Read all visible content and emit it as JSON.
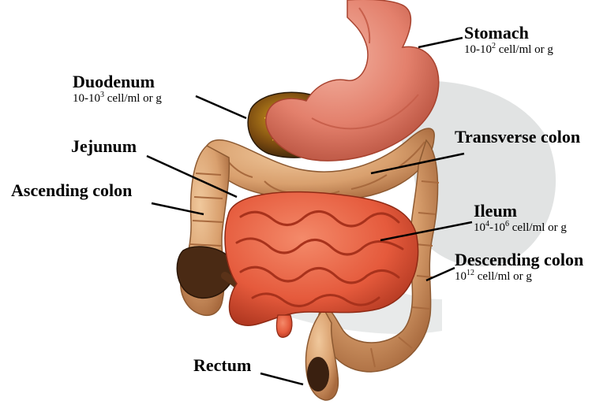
{
  "labels": {
    "stomach": {
      "name": "Stomach",
      "count": {
        "pre": "10-10",
        "exp": "2",
        "mid": "",
        "exp2": "",
        "post": " cell/ml or g"
      }
    },
    "duodenum": {
      "name": "Duodenum",
      "count": {
        "pre": "10-10",
        "exp": "3",
        "mid": "",
        "exp2": "",
        "post": " cell/ml or g"
      }
    },
    "jejunum": {
      "name": "Jejunum"
    },
    "transverse_colon": {
      "name": "Transverse colon"
    },
    "ascending_colon": {
      "name": "Ascending colon"
    },
    "ileum": {
      "name": "Ileum",
      "count": {
        "pre": "10",
        "exp": "4",
        "mid": "-10",
        "exp2": "6",
        "post": " cell/ml or g"
      }
    },
    "descending_colon": {
      "name": "Descending colon",
      "count": {
        "pre": "10",
        "exp": "12",
        "mid": "",
        "exp2": "",
        "post": " cell/ml or g"
      }
    },
    "rectum": {
      "name": "Rectum"
    }
  },
  "colors": {
    "stomach": "#e3806c",
    "stomach_dark": "#b8523f",
    "colon": "#d9a06e",
    "colon_dark": "#a86a3e",
    "small_intestine": "#e55a3c",
    "small_intestine_dark": "#a8321c",
    "liver_shadow": "#d9dcdc",
    "leader_line": "#000000"
  }
}
